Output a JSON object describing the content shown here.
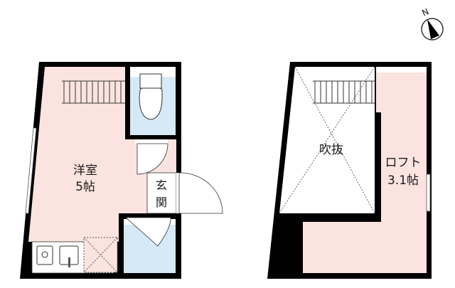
{
  "compass": {
    "label": "N"
  },
  "floor1": {
    "room": {
      "name": "洋室",
      "size": "5帖"
    },
    "entrance": {
      "line1": "玄",
      "line2": "関"
    }
  },
  "floor2": {
    "void": {
      "name": "吹抜"
    },
    "loft": {
      "name": "ロフト",
      "size": "3.1帖"
    }
  },
  "colors": {
    "wall": "#000000",
    "room_fill": "#fbe4df",
    "wet_fill": "#d5e9f7",
    "white": "#ffffff"
  }
}
